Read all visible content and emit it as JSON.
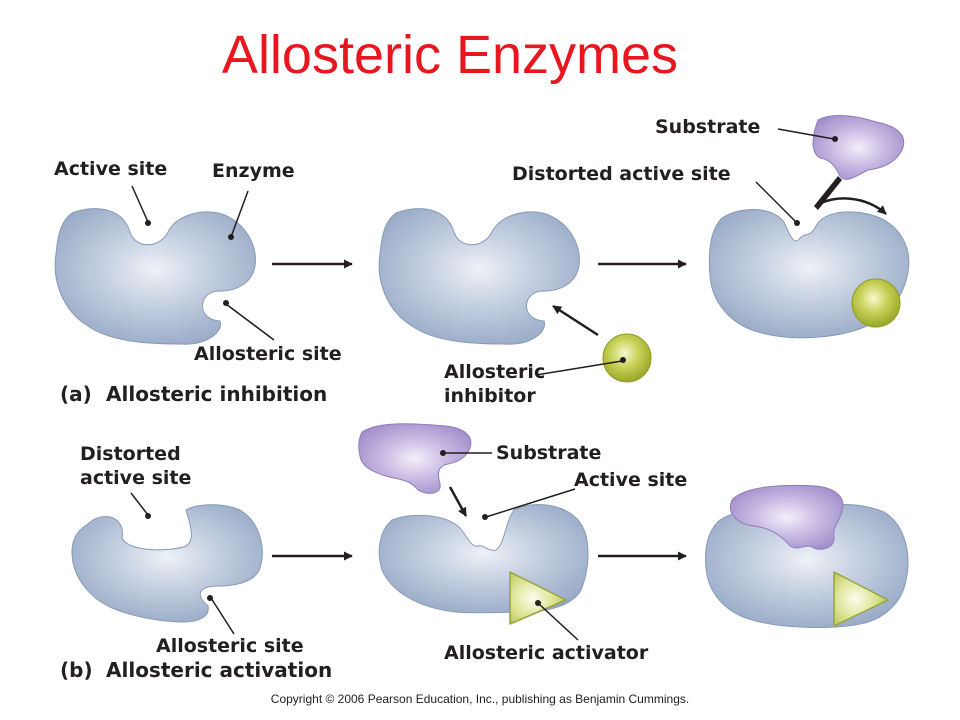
{
  "title": "Allosteric Enzymes",
  "labels": {
    "active_site": "Active site",
    "enzyme": "Enzyme",
    "allosteric_site": "Allosteric site",
    "substrate_top": "Substrate",
    "distorted_active_site_top": "Distorted active site",
    "allosteric_inhibitor_line1": "Allosteric",
    "allosteric_inhibitor_line2": "inhibitor",
    "distorted_active_site_bottom_line1": "Distorted",
    "distorted_active_site_bottom_line2": "active site",
    "substrate_bottom": "Substrate",
    "active_site_bottom": "Active site",
    "allosteric_site_bottom": "Allosteric site",
    "allosteric_activator": "Allosteric activator"
  },
  "panels": {
    "a": {
      "letter": "(a)",
      "caption": "Allosteric inhibition"
    },
    "b": {
      "letter": "(b)",
      "caption": "Allosteric activation"
    }
  },
  "copyright": "Copyright © 2006 Pearson Education, Inc., publishing as Benjamin Cummings.",
  "colors": {
    "title": "#e8171f",
    "enzyme": "#a4b4ce",
    "substrate": "#a897cf",
    "inhibitor": "#b3c03a",
    "activator": "#d4de88"
  }
}
